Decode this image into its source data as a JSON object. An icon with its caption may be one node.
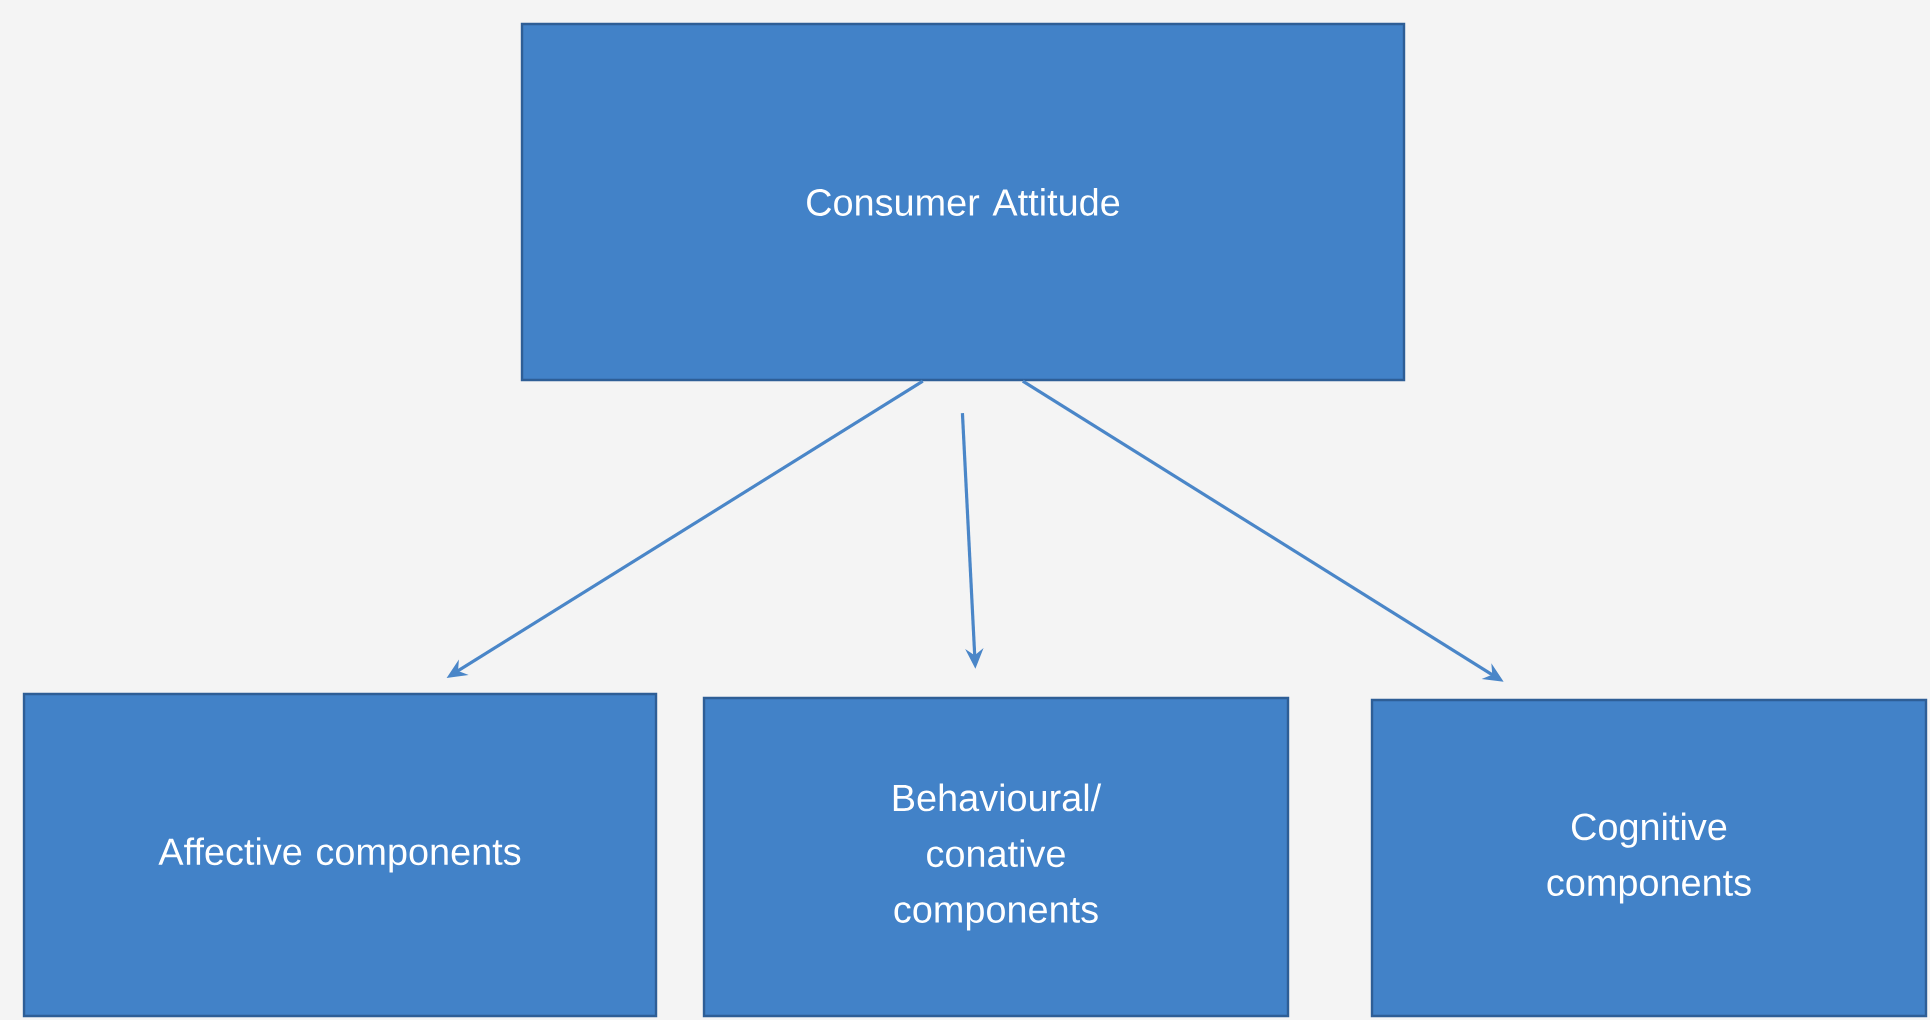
{
  "diagram": {
    "nodes": [
      {
        "text": [
          "Consumer Attitude"
        ]
      },
      {
        "text": [
          "Affective components"
        ]
      },
      {
        "text": [
          "Behavioural/ conative components"
        ]
      },
      {
        "text": [
          "Cognitive components"
        ]
      }
    ],
    "edges": [
      {
        "from": 0,
        "to": 1,
        "arrow": "to"
      },
      {
        "from": 0,
        "to": 2,
        "arrow": "to"
      },
      {
        "from": 0,
        "to": 3,
        "arrow": "to"
      }
    ]
  }
}
